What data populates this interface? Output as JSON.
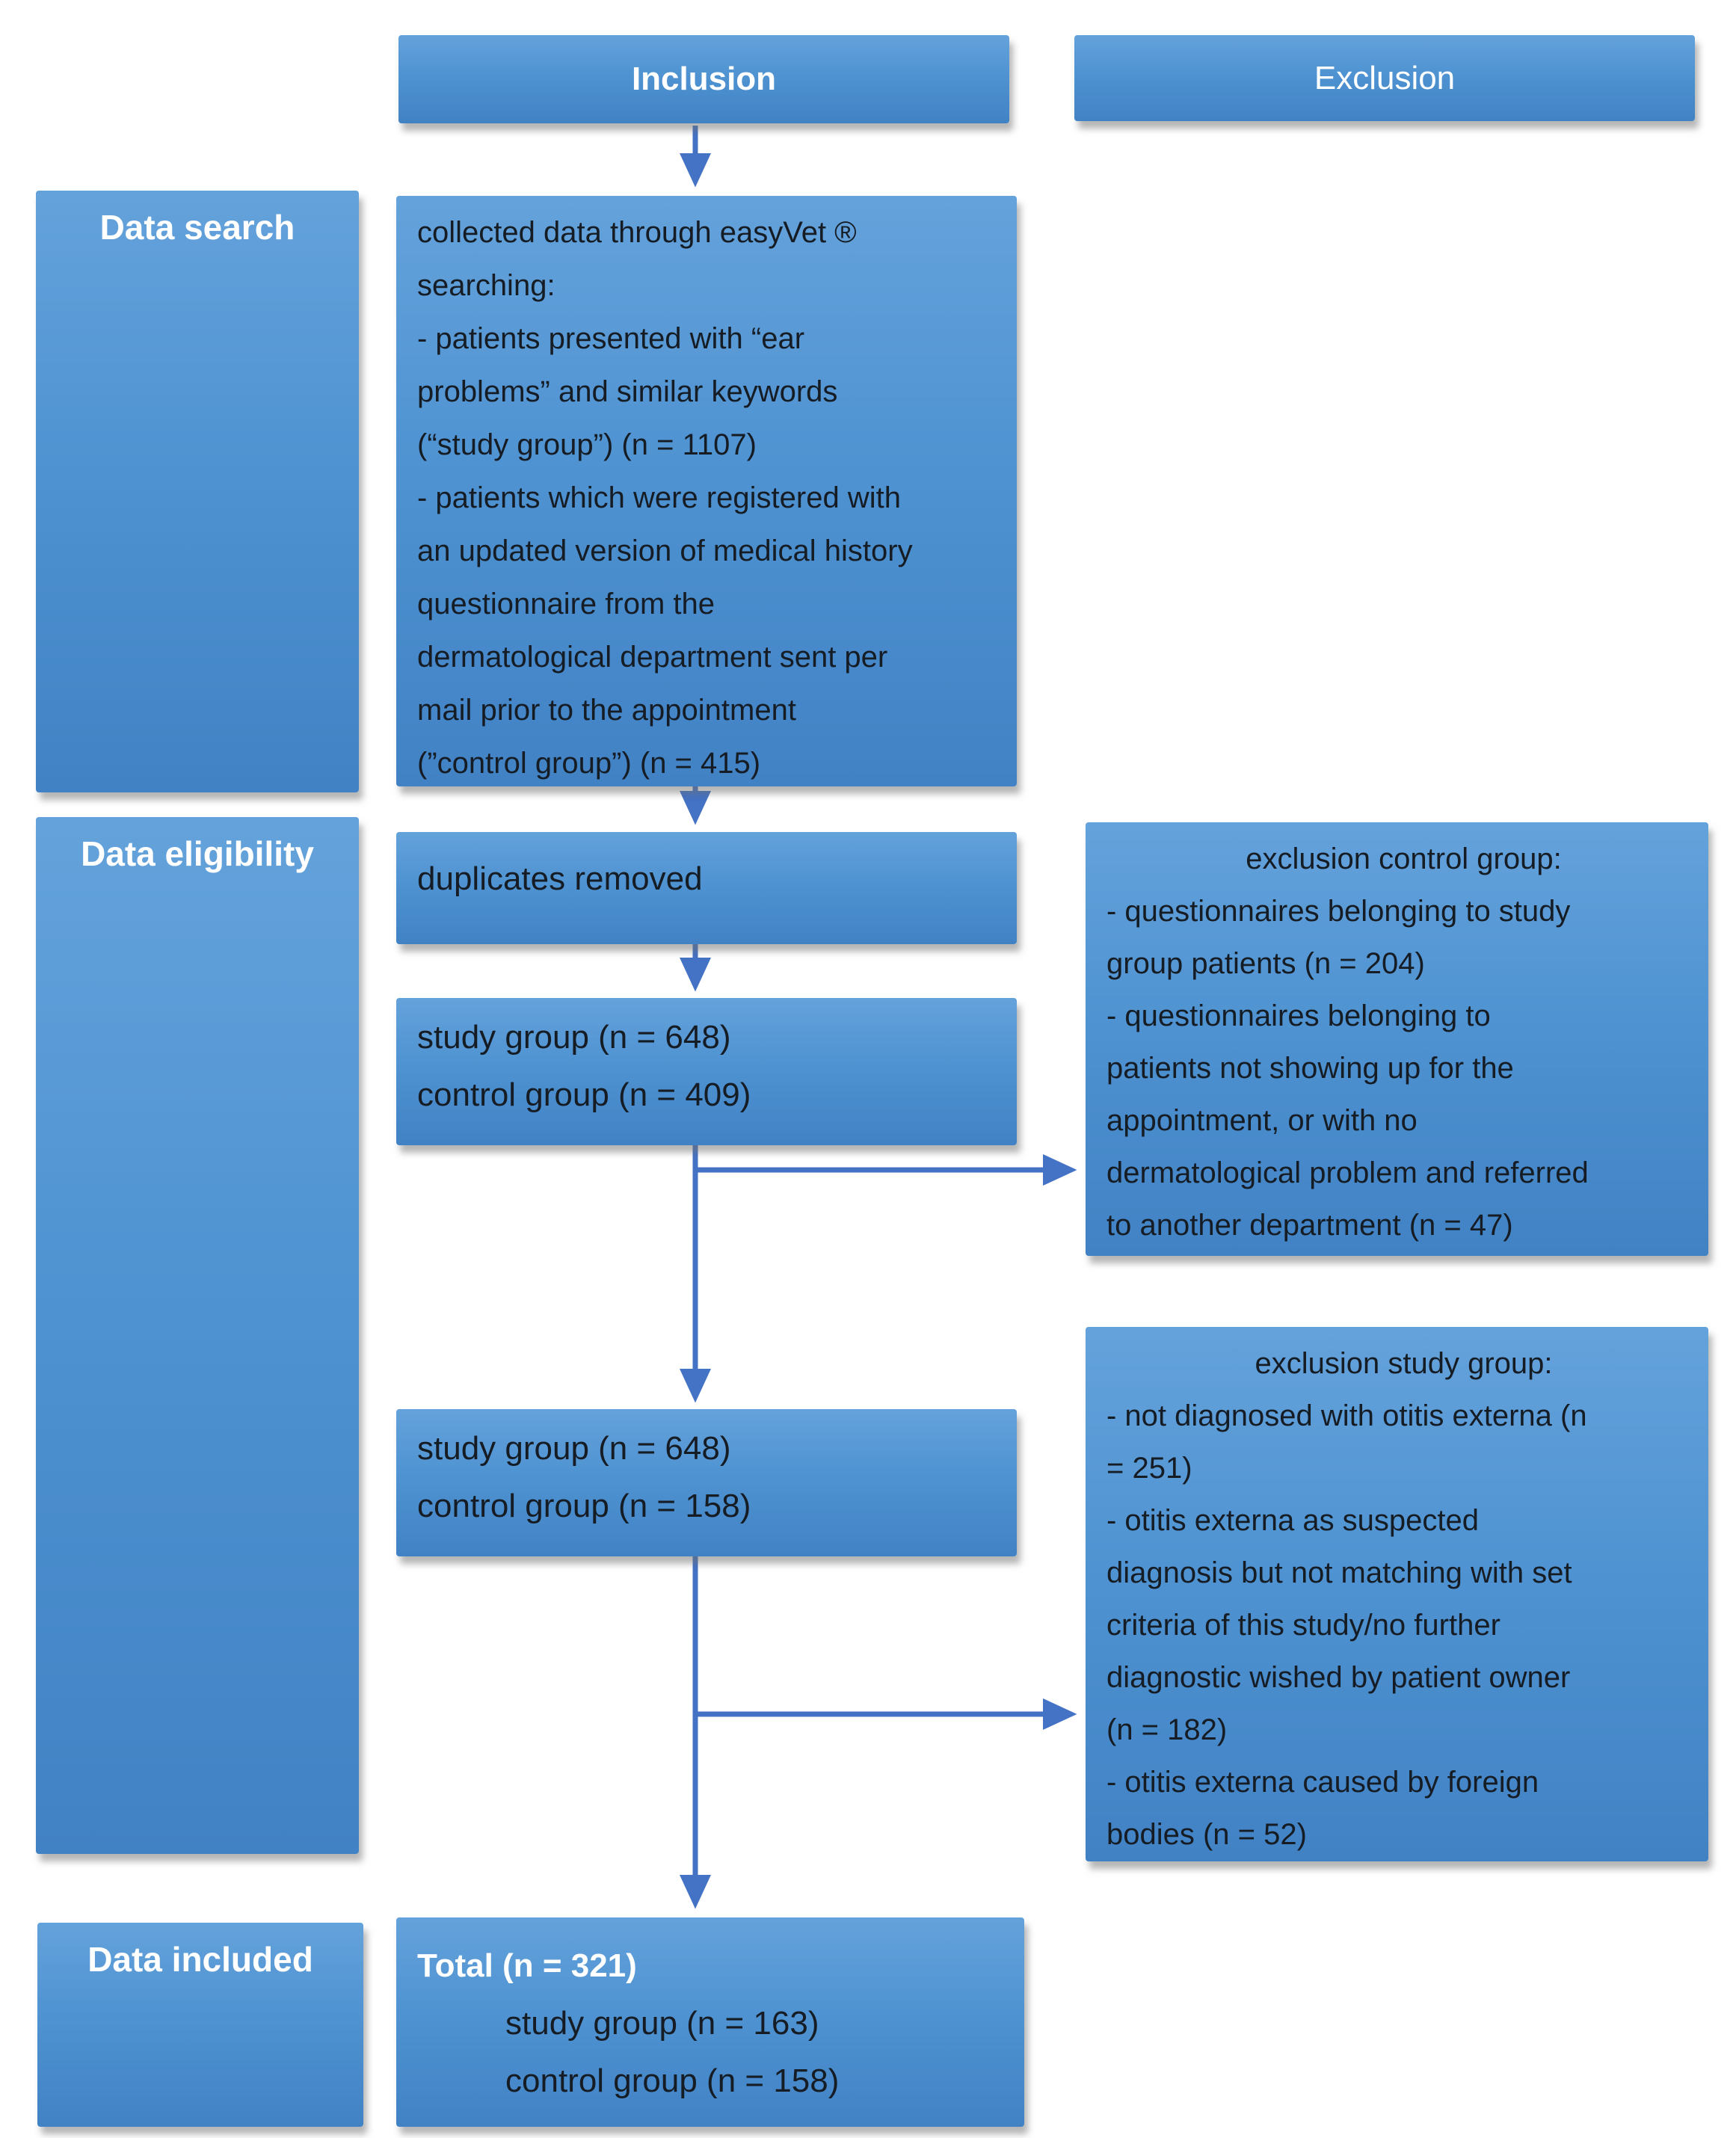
{
  "header": {
    "inclusion": "Inclusion",
    "exclusion": "Exclusion"
  },
  "stages": {
    "search": "Data search",
    "eligibility": "Data eligibility",
    "included": "Data included"
  },
  "boxes": {
    "collected": {
      "lines": [
        "collected data through easyVet ®",
        "searching:",
        "- patients presented with “ear",
        "problems” and similar keywords",
        "(“study group”) (n = 1107)",
        "- patients which were registered with",
        "an updated version of medical history",
        "questionnaire from the",
        "dermatological department sent per",
        "mail prior to the appointment",
        "(”control group”) (n = 415)"
      ]
    },
    "duplicates": {
      "text": "duplicates removed"
    },
    "group1": {
      "lines": [
        "study group (n = 648)",
        "control group (n = 409)"
      ]
    },
    "exclusion_control": {
      "title": "exclusion control group:",
      "lines": [
        "- questionnaires belonging to study",
        "group patients (n = 204)",
        "- questionnaires belonging to",
        "patients not showing up for the",
        "appointment, or with no",
        "dermatological problem and referred",
        "to another department (n = 47)"
      ]
    },
    "group2": {
      "lines": [
        "study group (n = 648)",
        "control group (n = 158)"
      ]
    },
    "exclusion_study": {
      "title": "exclusion study group:",
      "lines": [
        "- not diagnosed with otitis externa (n",
        "= 251)",
        "- otitis externa as suspected",
        "diagnosis but not matching with set",
        "criteria of this study/no further",
        "diagnostic wished by patient owner",
        "(n = 182)",
        "- otitis externa caused by foreign",
        "bodies (n = 52)"
      ]
    },
    "total": {
      "title": "Total (n = 321)",
      "lines": [
        "study group (n = 163)",
        "control group (n = 158)"
      ]
    }
  },
  "colors": {
    "box_gradient_top": "#64a2db",
    "box_gradient_bottom": "#4182c4",
    "arrow": "#4472c4",
    "text_dark": "#161c24",
    "text_light": "#ffffff"
  }
}
